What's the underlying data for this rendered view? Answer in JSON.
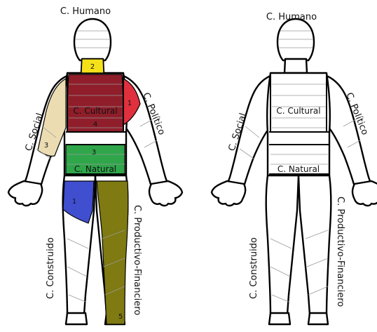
{
  "left_figure": {
    "labels": {
      "humano": "C. Humano",
      "social": "C. Social",
      "cultural": "C. Cultural",
      "politico": "C. Político",
      "natural": "C. Natural",
      "construido": "C. Construido",
      "productivo": "C. Productivo-Financiero"
    },
    "scores": {
      "humano": "2",
      "cultural": "4",
      "politico": "1",
      "social": "3",
      "natural": "3",
      "construido": "1",
      "productivo": "5"
    },
    "colors": {
      "humano": "#f5e11a",
      "cultural": "#8f1e2a",
      "politico": "#e0303e",
      "social": "#ecdcb2",
      "natural": "#2fa64a",
      "construido": "#3f4fd0",
      "productivo": "#7f7a12"
    }
  },
  "right_figure": {
    "labels": {
      "humano": "C. Humano",
      "social": "C. Social",
      "cultural": "C. Cultural",
      "politico": "C. Político",
      "natural": "C. Natural",
      "construido": "C. Construido",
      "productivo": "C. Productivo-Financiero"
    }
  }
}
